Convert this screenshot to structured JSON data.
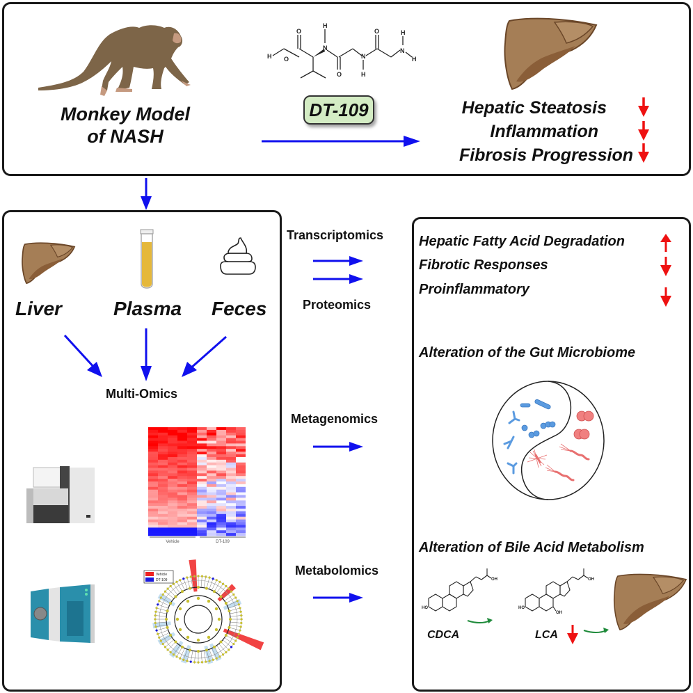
{
  "top_panel": {
    "model_label_line1": "Monkey Model",
    "model_label_line2": "of NASH",
    "drug_name": "DT-109",
    "outcomes": [
      {
        "label": "Hepatic Steatosis",
        "direction": "down"
      },
      {
        "label": "Inflammation",
        "direction": "down"
      },
      {
        "label": "Fibrosis Progression",
        "direction": "down"
      }
    ]
  },
  "samples_panel": {
    "samples": [
      {
        "label": "Liver",
        "icon": "liver-icon"
      },
      {
        "label": "Plasma",
        "icon": "test-tube-icon"
      },
      {
        "label": "Feces",
        "icon": "feces-icon"
      }
    ],
    "combined_label": "Multi-Omics",
    "heatmap": {
      "group_labels": [
        "Vehicle",
        "DT-109"
      ]
    },
    "cladogram": {
      "legend": [
        {
          "label": "Vehicle",
          "color": "#ee2222"
        },
        {
          "label": "DT-109",
          "color": "#1a1adc"
        }
      ]
    }
  },
  "methods": {
    "transcriptomics": "Transcriptomics",
    "proteomics": "Proteomics",
    "metagenomics": "Metagenomics",
    "metabolomics": "Metabolomics"
  },
  "results_panel": {
    "liver_effects": [
      {
        "label": "Hepatic Fatty Acid Degradation",
        "direction": "up"
      },
      {
        "label": "Fibrotic Responses",
        "direction": "down"
      },
      {
        "label": "Proinflammatory",
        "direction": "down"
      }
    ],
    "microbiome_title": "Alteration of the Gut Microbiome",
    "bile_acid_title": "Alteration of Bile Acid Metabolism",
    "bile_acids": [
      {
        "label": "CDCA",
        "direction": null
      },
      {
        "label": "LCA",
        "direction": "down"
      }
    ],
    "chem_labels": {
      "oh": "OH",
      "ho": "HO"
    }
  },
  "colors": {
    "flow_arrow": "#1010ee",
    "change_arrow": "#ee1111",
    "conversion_arrow": "#1e8a3a",
    "drug_badge_bg": "#d4ecc4",
    "liver": "#a07850"
  }
}
